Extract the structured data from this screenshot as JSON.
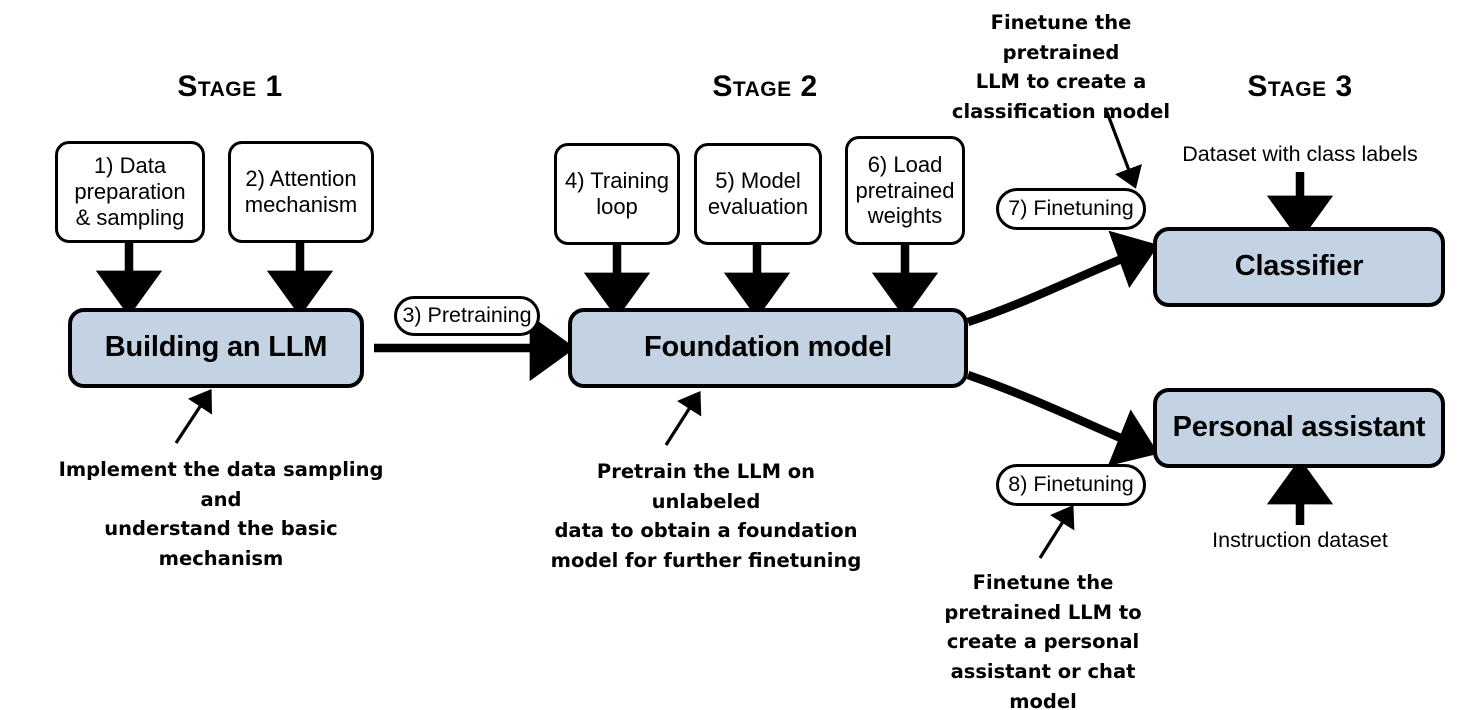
{
  "figure": {
    "title": "Building an LLM — three stage overview",
    "background_color": "#ffffff",
    "accent_box_color": "#c3d3e4",
    "line_color": "#000000"
  },
  "stages": [
    {
      "id": "stage-1",
      "label": "Stage 1"
    },
    {
      "id": "stage-2",
      "label": "Stage 2"
    },
    {
      "id": "stage-3",
      "label": "Stage 3"
    }
  ],
  "step_boxes": [
    {
      "id": "step-1",
      "label": "1) Data\npreparation\n& sampling"
    },
    {
      "id": "step-2",
      "label": "2) Attention\nmechanism"
    },
    {
      "id": "step-4",
      "label": "4) Training\nloop"
    },
    {
      "id": "step-5",
      "label": "5) Model\nevaluation"
    },
    {
      "id": "step-6",
      "label": "6) Load\npretrained\nweights"
    }
  ],
  "pills": [
    {
      "id": "pill-pretraining",
      "label": "3) Pretraining"
    },
    {
      "id": "pill-finetuning-7",
      "label": "7) Finetuning"
    },
    {
      "id": "pill-finetuning-8",
      "label": "8) Finetuning"
    }
  ],
  "primary_boxes": [
    {
      "id": "building-an-llm",
      "label": "Building an LLM"
    },
    {
      "id": "foundation-model",
      "label": "Foundation model"
    },
    {
      "id": "classifier",
      "label": "Classifier"
    },
    {
      "id": "personal-assistant",
      "label": "Personal assistant"
    }
  ],
  "captions": [
    {
      "id": "dataset-class-labels",
      "label": "Dataset with class labels"
    },
    {
      "id": "instruction-dataset",
      "label": "Instruction dataset"
    }
  ],
  "annotations": [
    {
      "id": "annot-classification",
      "label": "Finetune the pretrained\nLLM to create a\nclassification model"
    },
    {
      "id": "annot-stage1",
      "label": "Implement the data sampling and\nunderstand the basic mechanism"
    },
    {
      "id": "annot-stage2",
      "label": "Pretrain the LLM on unlabeled\ndata to obtain a foundation\nmodel for further finetuning"
    },
    {
      "id": "annot-assistant",
      "label": "Finetune the\npretrained LLM to\ncreate a personal\nassistant or chat model"
    }
  ]
}
